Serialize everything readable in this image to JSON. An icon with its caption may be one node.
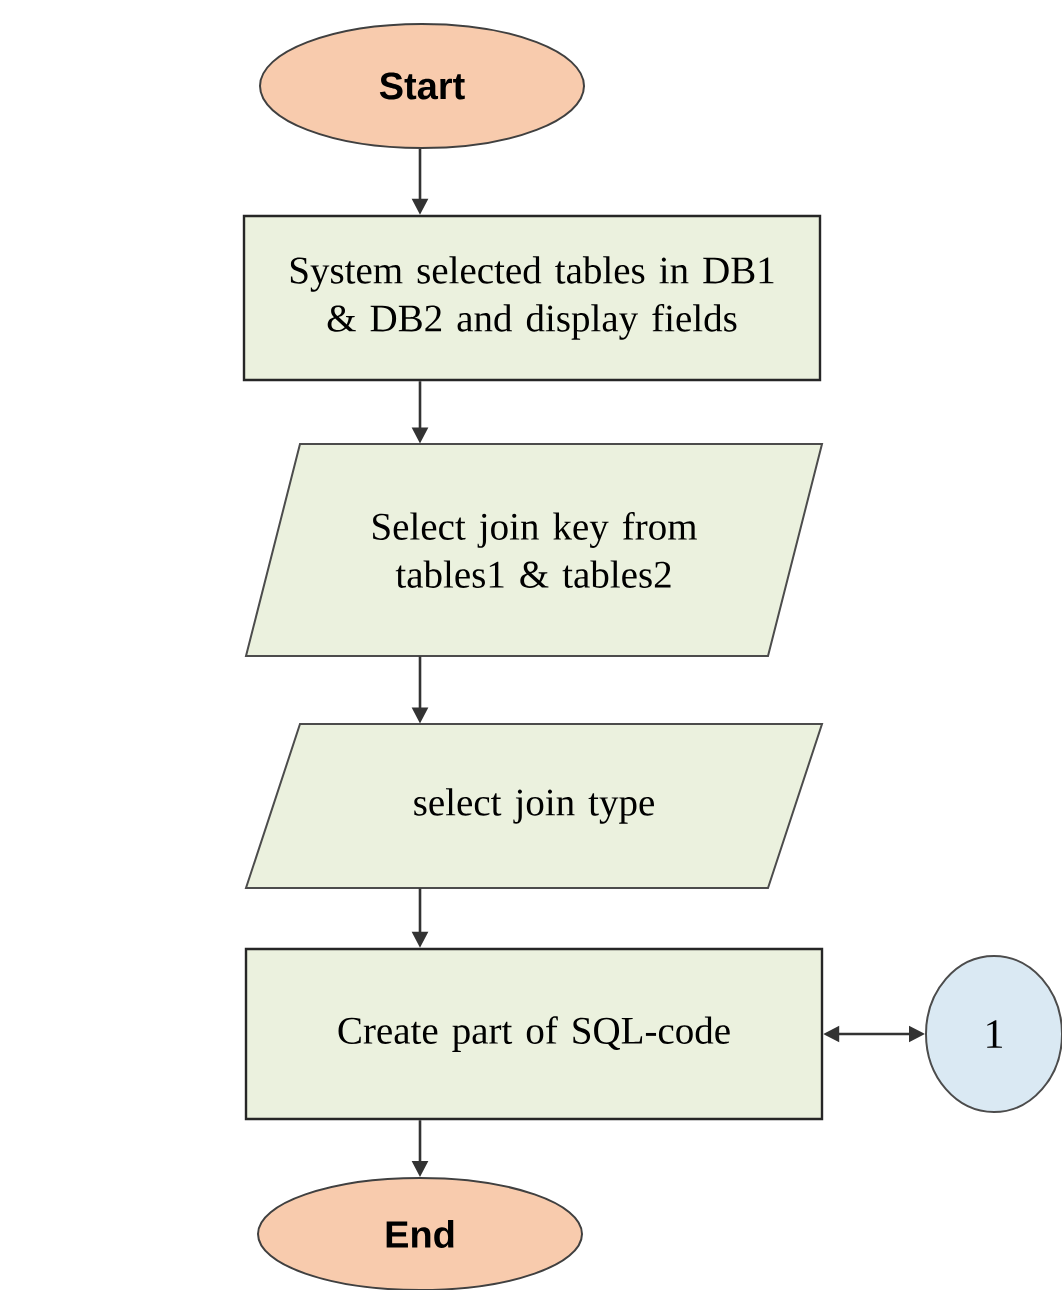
{
  "diagram": {
    "nodes": [
      {
        "text": [
          "Start"
        ]
      },
      {
        "text": [
          "System selected tables in DB1 & DB2 and display fields"
        ]
      },
      {
        "text": [
          "Select join key from tables1 & tables2"
        ]
      },
      {
        "text": [
          "select join type"
        ]
      },
      {
        "text": [
          "Create part of SQL-code"
        ]
      },
      {
        "text": [
          "1"
        ]
      },
      {
        "text": [
          "End"
        ]
      }
    ],
    "edges": [
      {
        "from": 0,
        "to": 1,
        "arrow": "to"
      },
      {
        "from": 1,
        "to": 2,
        "arrow": "to"
      },
      {
        "from": 2,
        "to": 3,
        "arrow": "to"
      },
      {
        "from": 3,
        "to": 4,
        "arrow": "to"
      },
      {
        "from": 4,
        "to": 5,
        "arrow": "both"
      },
      {
        "from": 4,
        "to": 6,
        "arrow": "to"
      }
    ]
  }
}
